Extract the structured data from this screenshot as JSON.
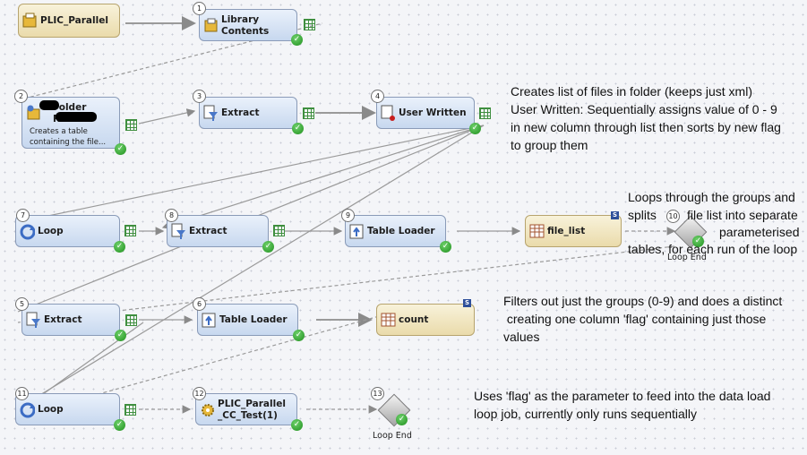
{
  "nodes": {
    "n0": {
      "label": "PLIC_Parallel"
    },
    "n1": {
      "num": "1",
      "label": "Library\nContents"
    },
    "n2": {
      "num": "2",
      "label": "Folder\nReader",
      "desc": "Creates a table\ncontaining the file..."
    },
    "n3": {
      "num": "3",
      "label": "Extract"
    },
    "n4": {
      "num": "4",
      "label": "User Written"
    },
    "n5": {
      "num": "5",
      "label": "Extract"
    },
    "n6": {
      "num": "6",
      "label": "Table Loader"
    },
    "n7": {
      "num": "7",
      "label": "Loop"
    },
    "n8": {
      "num": "8",
      "label": "Extract"
    },
    "n9": {
      "num": "9",
      "label": "Table Loader"
    },
    "n10": {
      "num": "10",
      "label": "Loop End"
    },
    "n11": {
      "num": "11",
      "label": "Loop"
    },
    "n12": {
      "num": "12",
      "label": "PLIC_Parallel\n_CC_Test(1)"
    },
    "n13": {
      "num": "13",
      "label": "Loop End"
    },
    "t_file_list": {
      "label": "file_list",
      "badge": "S"
    },
    "t_count": {
      "label": "count",
      "badge": "S"
    }
  },
  "notes": {
    "note1": "Creates list of files in folder (keeps just xml)\nUser Written: Sequentially assigns value of 0 - 9\nin new column through list then sorts by new flag\nto group them",
    "note2a": "Loops through the groups and",
    "note2b": "splits",
    "note2c": "file list into separate",
    "note2d": "parameterised",
    "note2e": "tables, for each run of the loop",
    "note3": "Filters out just the groups (0-9) and does a distinct\n creating one column 'flag' containing just those\nvalues",
    "note4": "Uses 'flag' as the parameter to feed into the data load\nloop job, currently only runs sequentially"
  },
  "glyphs": {
    "check": "✓"
  },
  "colors": {
    "node_fill": "#c7d8ef",
    "table_fill": "#eadbab",
    "status_ok": "#1f8f1d"
  }
}
